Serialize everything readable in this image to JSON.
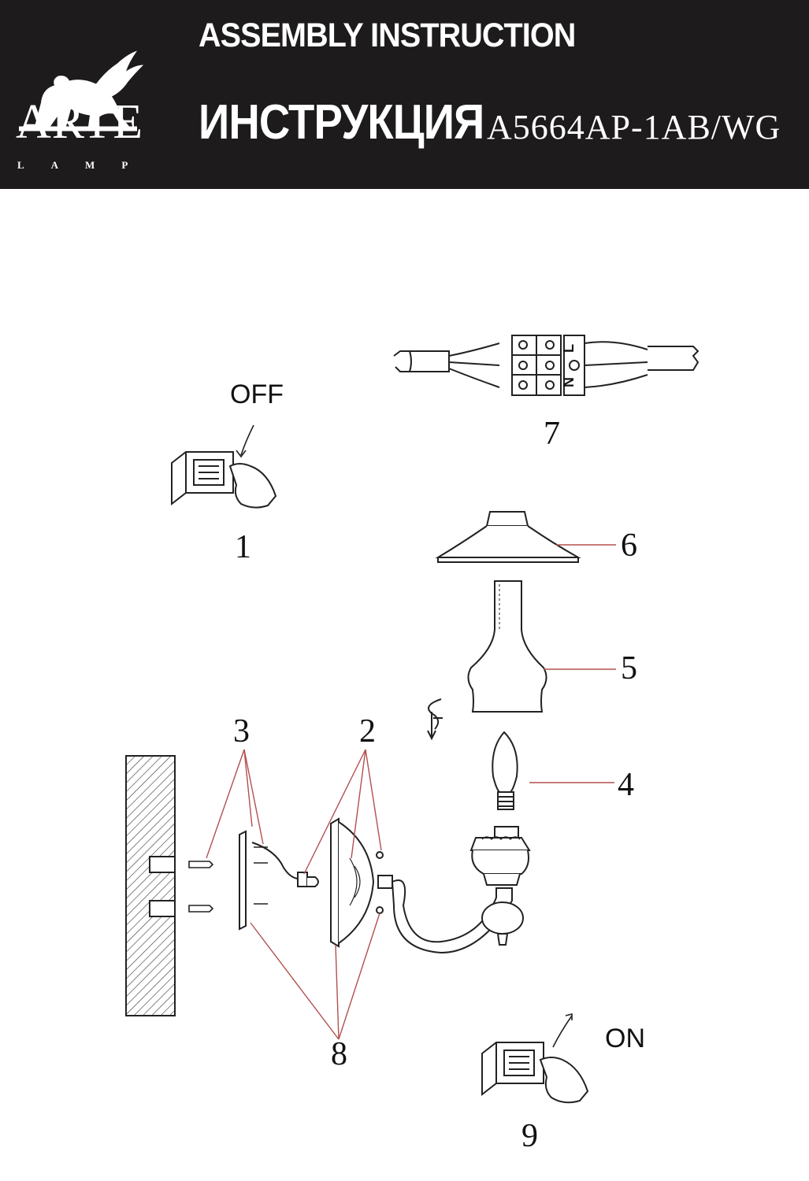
{
  "header": {
    "brand": "ARTE",
    "brand_sub": "LAMP",
    "title_en": "ASSEMBLY INSTRUCTION",
    "title_ru": "ИНСТРУКЦИЯ",
    "model": "A5664AP-1AB/WG"
  },
  "steps": {
    "s1": "1",
    "s2": "2",
    "s3": "3",
    "s4": "4",
    "s5": "5",
    "s6": "6",
    "s7": "7",
    "s8": "8",
    "s9": "9"
  },
  "labels": {
    "off": "OFF",
    "on": "ON",
    "terminal_n": "N",
    "terminal_l": "L"
  },
  "colors": {
    "header_bg": "#1d1b1c",
    "leader_line": "#b2504f"
  }
}
